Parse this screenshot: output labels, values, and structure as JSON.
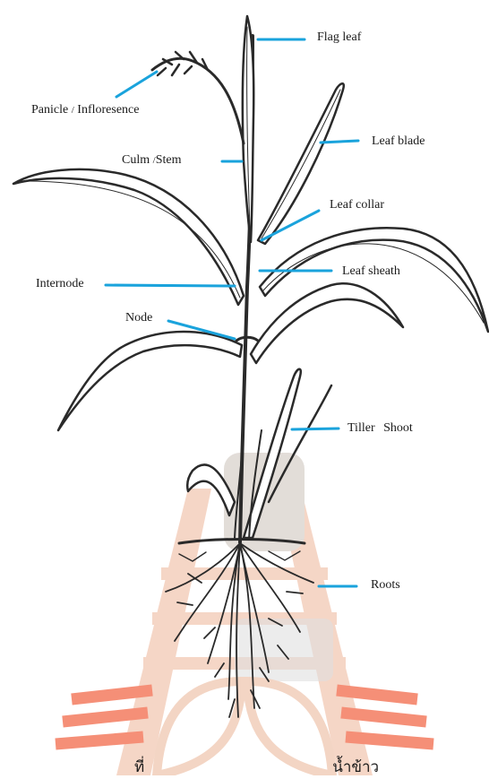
{
  "colors": {
    "plant": "#2a2a2a",
    "leader": "#1aa3dc",
    "watermark": "#e8b19c",
    "watermark_accent": "#f04e2e",
    "watermark_bg": "#f3ede7"
  },
  "labels": {
    "flag_leaf": "Flag leaf",
    "panicle": "Panicle",
    "panicle_sep": "/",
    "panicle_alt": "Infloresence",
    "leaf_blade": "Leaf blade",
    "culm": "Culm",
    "culm_sep": "/",
    "culm_alt": "Stem",
    "leaf_collar": "Leaf collar",
    "internode": "Internode",
    "leaf_sheath": "Leaf sheath",
    "node": "Node",
    "tiller": "Tiller Shoot",
    "roots": "Roots"
  },
  "footer": {
    "left_fragment": "ที่",
    "right_fragment": "น้ำข้าว"
  }
}
